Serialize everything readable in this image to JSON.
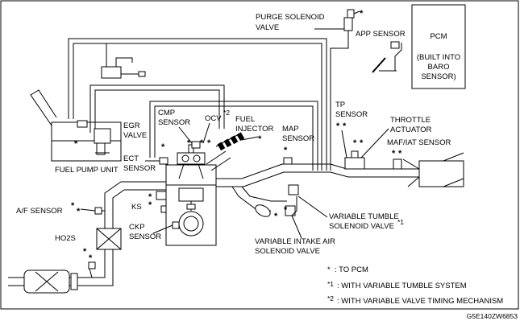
{
  "labels": {
    "purge_solenoid_valve": [
      "PURGE SOLENOID",
      "VALVE"
    ],
    "app_sensor": "APP SENSOR",
    "pcm": [
      "PCM",
      "(BUILT INTO",
      "BARO",
      "SENSOR)"
    ],
    "egr_valve": [
      "EGR",
      "VALVE"
    ],
    "cmp_sensor": [
      "CMP",
      "SENSOR"
    ],
    "ocv": "OCV",
    "ocv_note": "*2",
    "fuel_injector": [
      "FUEL",
      "INJECTOR"
    ],
    "map_sensor": [
      "MAP",
      "SENSOR"
    ],
    "tp_sensor": [
      "TP",
      "SENSOR"
    ],
    "throttle_actuator": [
      "THROTTLE",
      "ACTUATOR"
    ],
    "maf_iat_sensor": "MAF/IAT SENSOR",
    "fuel_pump_unit": "FUEL PUMP UNIT",
    "ect_sensor": [
      "ECT",
      "SENSOR"
    ],
    "af_sensor": "A/F SENSOR",
    "ks": "KS",
    "ckp_sensor": [
      "CKP",
      "SENSOR"
    ],
    "ho2s": "HO2S",
    "variable_tumble_solenoid_valve": [
      "VARIABLE TUMBLE",
      "SOLENOID VALVE"
    ],
    "variable_tumble_note": "*1",
    "variable_intake_air_solenoid_valve": [
      "VARIABLE INTAKE AIR",
      "SOLENOID VALVE"
    ]
  },
  "asterisk": "*",
  "legend": [
    {
      "key": "*",
      "text": ": TO PCM"
    },
    {
      "key": "*1",
      "text": ": WITH VARIABLE TUMBLE SYSTEM"
    },
    {
      "key": "*2",
      "text": ": WITH VARIABLE VALVE TIMING MECHANISM"
    }
  ],
  "figure_code": "G5E140ZW6853"
}
